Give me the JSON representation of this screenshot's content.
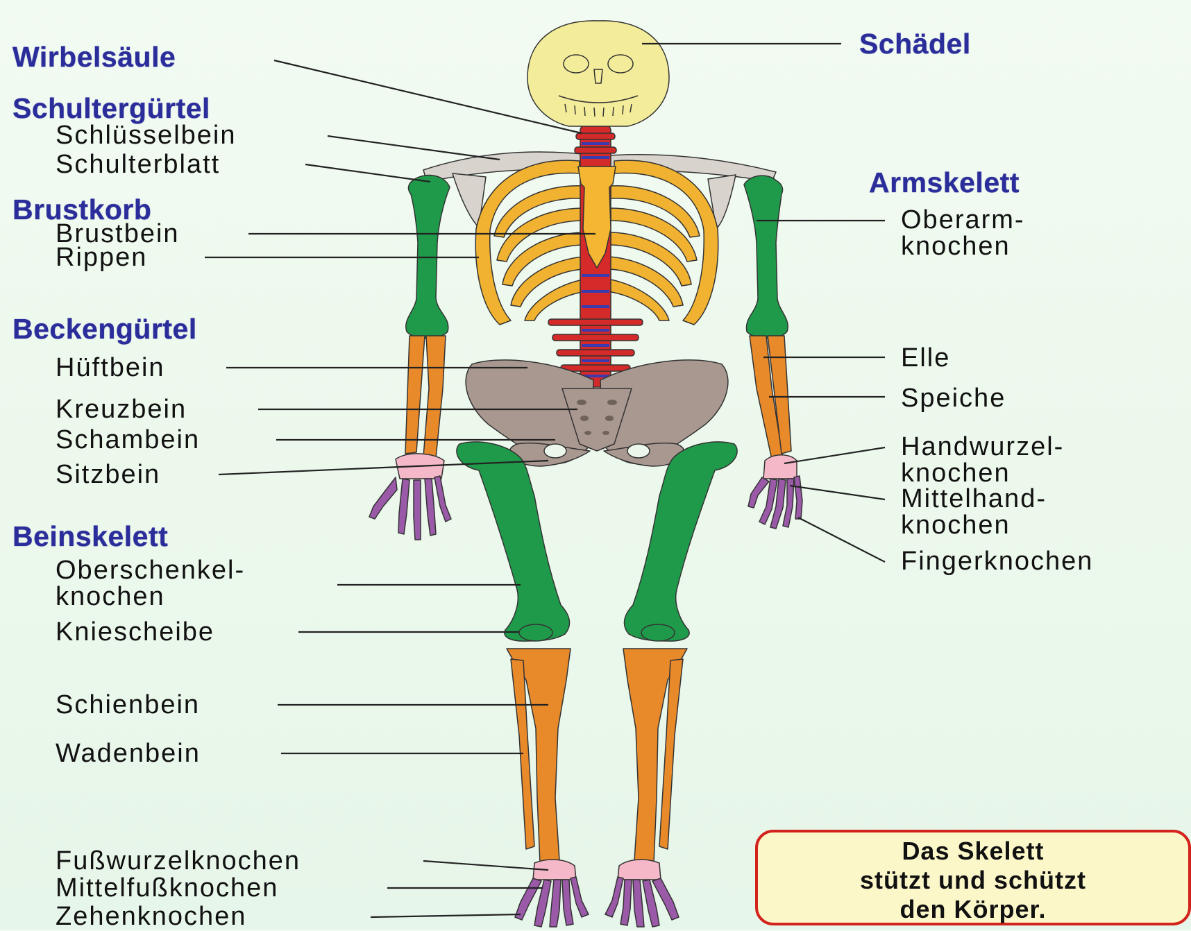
{
  "labels": {
    "wirbelsaeule": "Wirbelsäule",
    "schaedel": "Schädel",
    "schultergurtel": "Schultergürtel",
    "schluesselbein": "Schlüsselbein",
    "schulterblatt": "Schulterblatt",
    "armskelett": "Armskelett",
    "brustkorb": "Brustkorb",
    "brustbein": "Brustbein",
    "rippen": "Rippen",
    "oberarm_1": "Oberarm-",
    "oberarm_2": "knochen",
    "beckengurtel": "Beckengürtel",
    "hueftbein": "Hüftbein",
    "elle": "Elle",
    "kreuzbein": "Kreuzbein",
    "speiche": "Speiche",
    "schambein": "Schambein",
    "handwurzel_1": "Handwurzel-",
    "handwurzel_2": "knochen",
    "sitzbein": "Sitzbein",
    "mittelhand_1": "Mittelhand-",
    "mittelhand_2": "knochen",
    "beinskelett": "Beinskelett",
    "fingerknochen": "Fingerknochen",
    "oberschenkel_1": "Oberschenkel-",
    "oberschenkel_2": "knochen",
    "kniescheibe": "Kniescheibe",
    "schienbein": "Schienbein",
    "wadenbein": "Wadenbein",
    "fusswurzel": "Fußwurzelknochen",
    "mittelfuss": "Mittelfußknochen",
    "zehen": "Zehenknochen"
  },
  "infobox": {
    "line1": "Das Skelett",
    "line2": "stützt und schützt",
    "line3": "den Körper."
  },
  "colors": {
    "category_text": "#2b2d9a",
    "skull": "#f3ec9a",
    "spine": "#d42a2a",
    "spine_discs": "#3b3bb0",
    "ribs": "#f0b230",
    "sternum": "#f5b731",
    "upper_bones": "#1f9a4a",
    "lower_bones": "#e8892a",
    "pelvis": "#a99890",
    "hands_feet": "#9a5aa8",
    "carpals_tarsals": "#f4b8c8",
    "infobox_border": "#d2231c",
    "infobox_fill": "#fbf7c9"
  }
}
